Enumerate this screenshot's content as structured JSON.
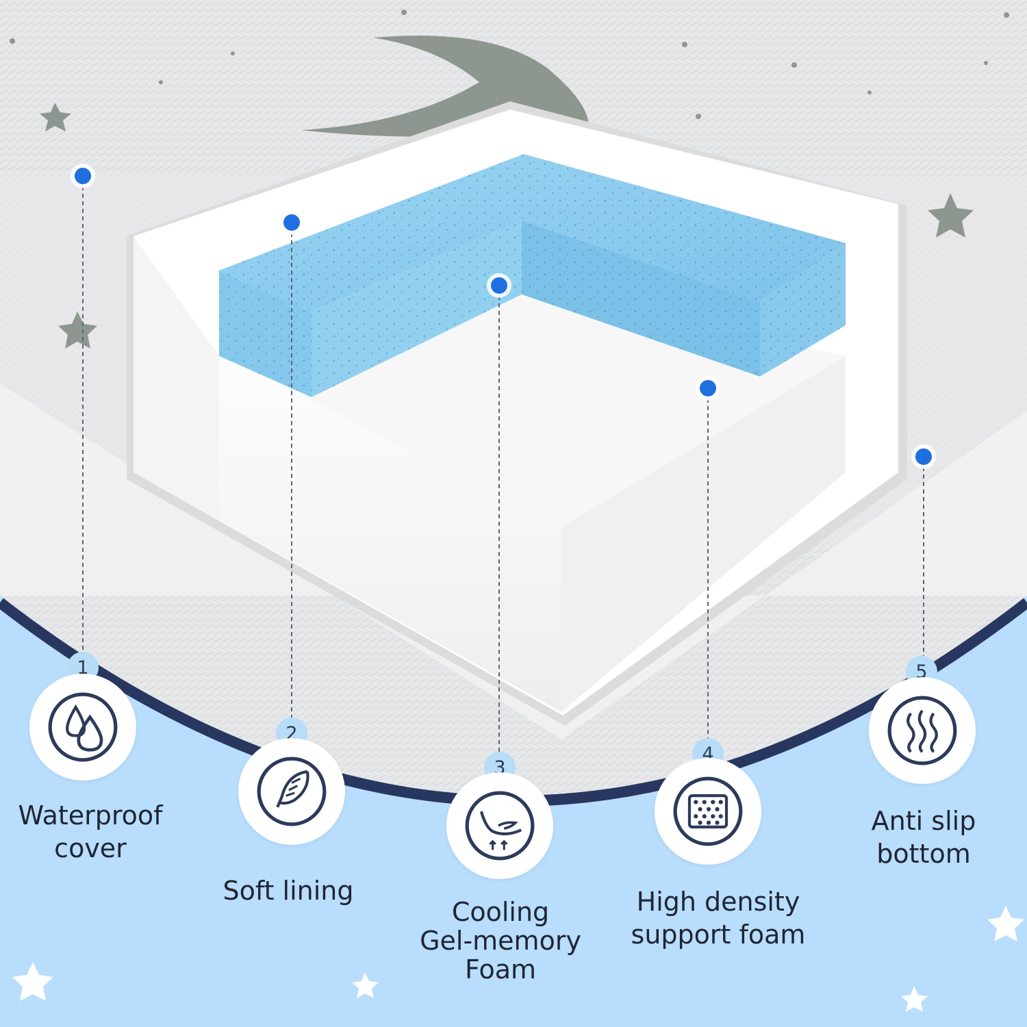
{
  "colors": {
    "accent_dot": "#1f6fe0",
    "panel_blue": "#b9ddfc",
    "arc_navy": "#273760",
    "gel_blue": "#8fcdee",
    "foam_white": "#fbfbfb",
    "cover_gray": "#e5e6e7",
    "pattern_gray": "#8e9690",
    "icon_navy": "#2d3a5a"
  },
  "layers": [
    {
      "number": "1",
      "label_lines": [
        "Waterproof",
        "cover"
      ],
      "icon": "water-drops-icon"
    },
    {
      "number": "2",
      "label_lines": [
        "Soft lining"
      ],
      "icon": "feather-icon"
    },
    {
      "number": "3",
      "label_lines": [
        "Cooling",
        "Gel-memory",
        "Foam"
      ],
      "icon": "hand-press-icon"
    },
    {
      "number": "4",
      "label_lines": [
        "High density",
        "support foam"
      ],
      "icon": "foam-dots-icon"
    },
    {
      "number": "5",
      "label_lines": [
        "Anti slip",
        "bottom"
      ],
      "icon": "wave-lines-icon"
    }
  ]
}
